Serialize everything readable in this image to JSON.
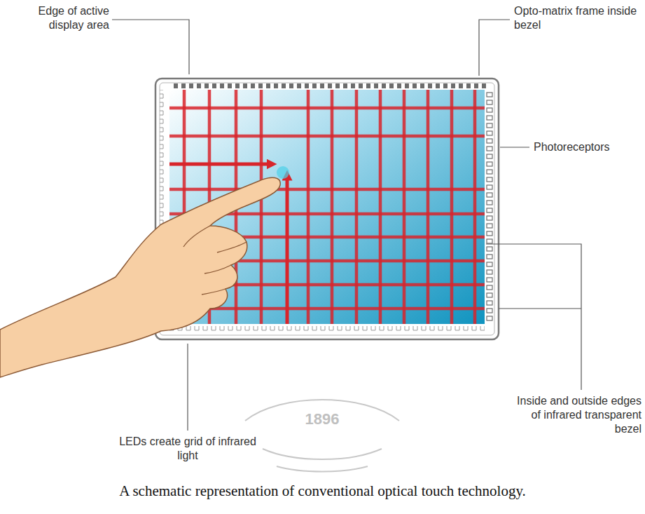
{
  "diagram": {
    "caption": "A schematic representation of conventional optical touch technology.",
    "labels": [
      "Edge of active display area",
      "Opto-matrix frame inside bezel",
      "Photoreceptors",
      "Inside and outside edges of infrared transparent bezel",
      "LEDs create grid of infrared light",
      "1896"
    ]
  }
}
